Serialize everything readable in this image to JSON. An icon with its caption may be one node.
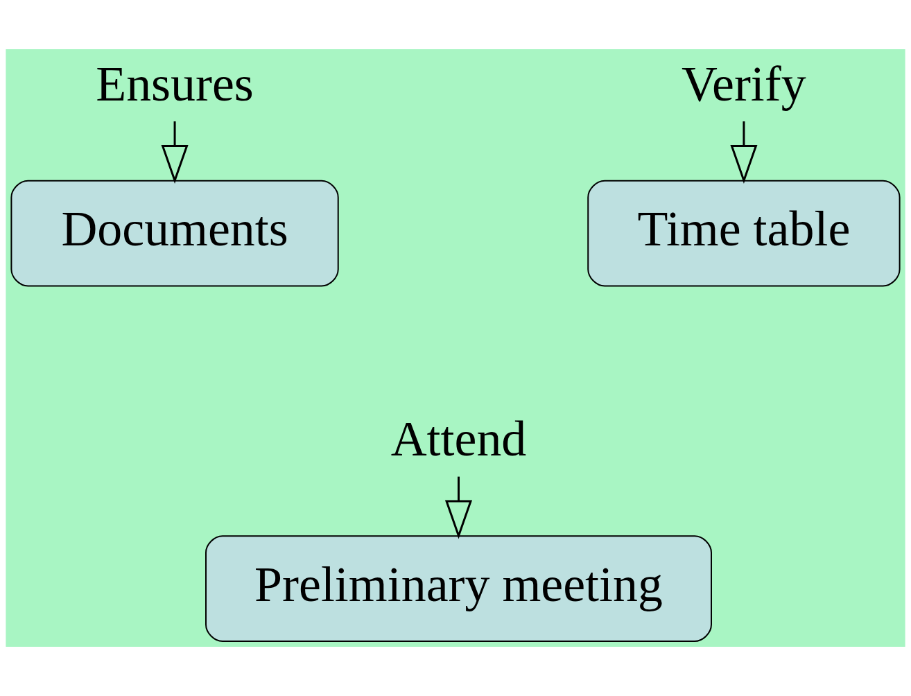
{
  "diagram": {
    "nodes": [
      {
        "text": [
          "Ensures"
        ]
      },
      {
        "text": [
          "Verify"
        ]
      },
      {
        "text": [
          "Documents"
        ]
      },
      {
        "text": [
          "Time table"
        ]
      },
      {
        "text": [
          "Attend"
        ]
      },
      {
        "text": [
          "Preliminary meeting"
        ]
      }
    ],
    "edges": [
      {
        "from": 0,
        "to": 2,
        "arrow": "to"
      },
      {
        "from": 1,
        "to": 3,
        "arrow": "to"
      },
      {
        "from": 4,
        "to": 5,
        "arrow": "to"
      }
    ]
  }
}
